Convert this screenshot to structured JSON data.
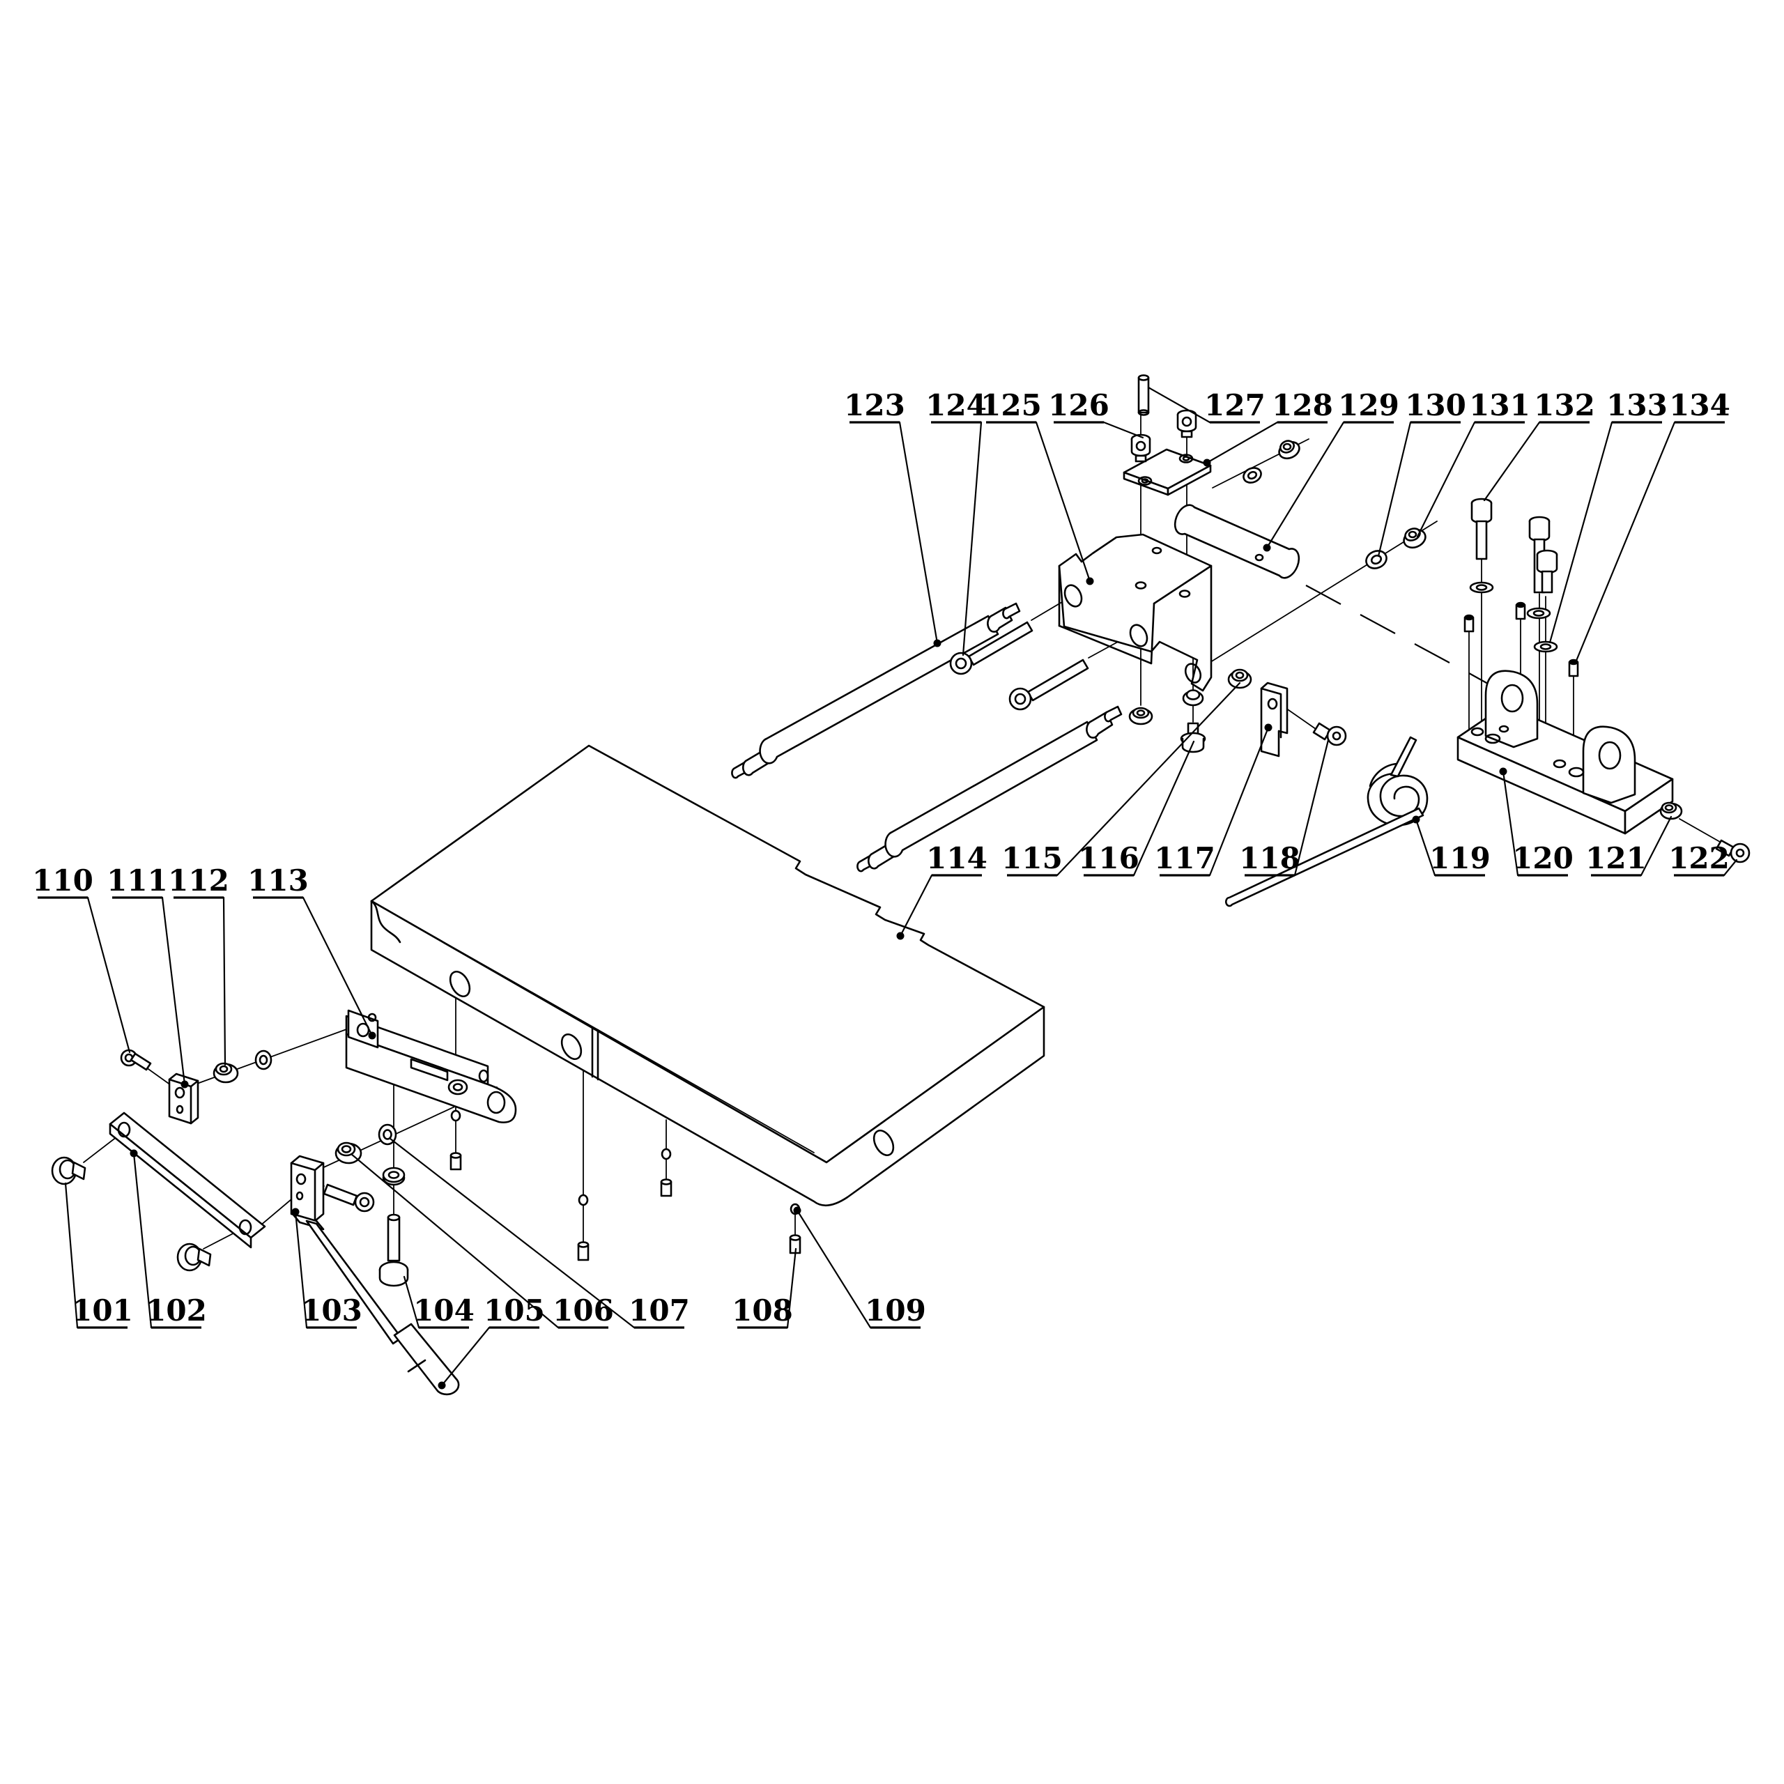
{
  "diagram": {
    "kind": "exploded-parts-assembly-drawing",
    "background_color": "#ffffff",
    "line_color": "#000000",
    "callouts": {
      "c101": "101",
      "c102": "102",
      "c103": "103",
      "c104": "104",
      "c105": "105",
      "c106": "106",
      "c107": "107",
      "c108": "108",
      "c109": "109",
      "c110": "110",
      "c111": "111",
      "c112": "112",
      "c113": "113",
      "c114": "114",
      "c115": "115",
      "c116": "116",
      "c117": "117",
      "c118": "118",
      "c119": "119",
      "c120": "120",
      "c121": "121",
      "c122": "122",
      "c123": "123",
      "c124": "124",
      "c125": "125",
      "c126": "126",
      "c127": "127",
      "c128": "128",
      "c129": "129",
      "c130": "130",
      "c131": "131",
      "c132": "132",
      "c133": "133",
      "c134": "134"
    }
  }
}
